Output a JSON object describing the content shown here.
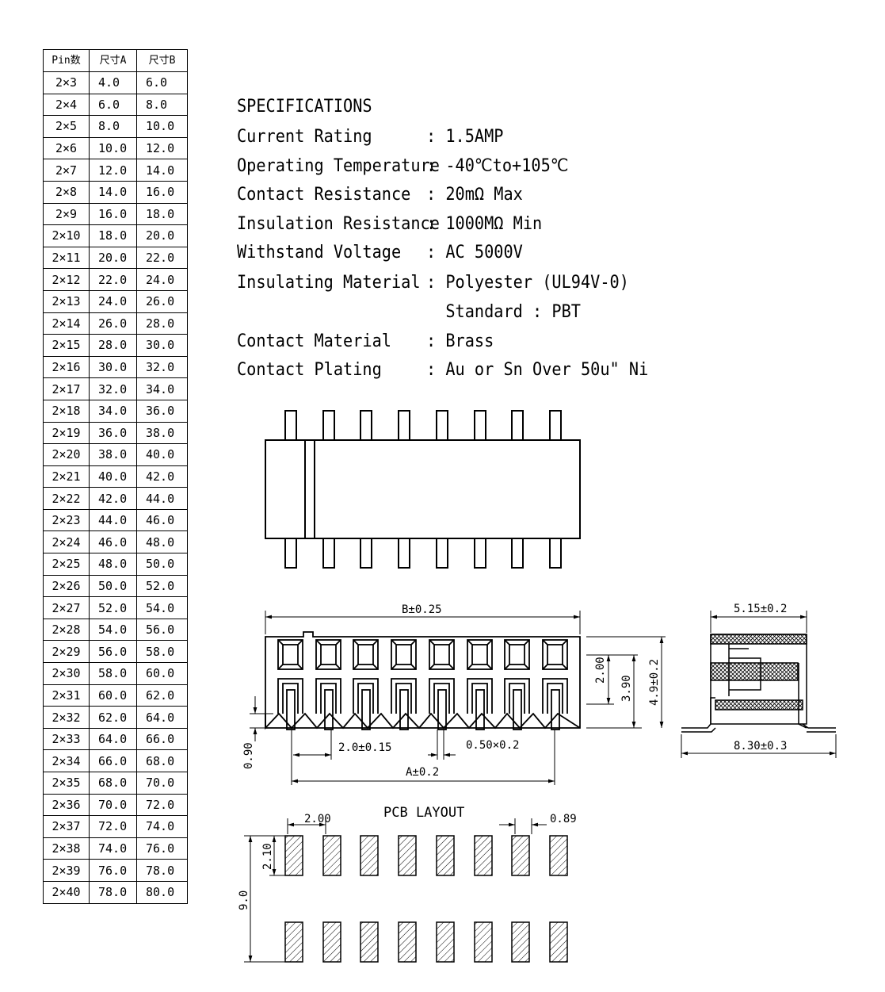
{
  "table": {
    "headers": [
      "Pin数",
      "尺寸A",
      "尺寸B"
    ],
    "rows": [
      [
        "2×3",
        "4.0",
        "6.0"
      ],
      [
        "2×4",
        "6.0",
        "8.0"
      ],
      [
        "2×5",
        "8.0",
        "10.0"
      ],
      [
        "2×6",
        "10.0",
        "12.0"
      ],
      [
        "2×7",
        "12.0",
        "14.0"
      ],
      [
        "2×8",
        "14.0",
        "16.0"
      ],
      [
        "2×9",
        "16.0",
        "18.0"
      ],
      [
        "2×10",
        "18.0",
        "20.0"
      ],
      [
        "2×11",
        "20.0",
        "22.0"
      ],
      [
        "2×12",
        "22.0",
        "24.0"
      ],
      [
        "2×13",
        "24.0",
        "26.0"
      ],
      [
        "2×14",
        "26.0",
        "28.0"
      ],
      [
        "2×15",
        "28.0",
        "30.0"
      ],
      [
        "2×16",
        "30.0",
        "32.0"
      ],
      [
        "2×17",
        "32.0",
        "34.0"
      ],
      [
        "2×18",
        "34.0",
        "36.0"
      ],
      [
        "2×19",
        "36.0",
        "38.0"
      ],
      [
        "2×20",
        "38.0",
        "40.0"
      ],
      [
        "2×21",
        "40.0",
        "42.0"
      ],
      [
        "2×22",
        "42.0",
        "44.0"
      ],
      [
        "2×23",
        "44.0",
        "46.0"
      ],
      [
        "2×24",
        "46.0",
        "48.0"
      ],
      [
        "2×25",
        "48.0",
        "50.0"
      ],
      [
        "2×26",
        "50.0",
        "52.0"
      ],
      [
        "2×27",
        "52.0",
        "54.0"
      ],
      [
        "2×28",
        "54.0",
        "56.0"
      ],
      [
        "2×29",
        "56.0",
        "58.0"
      ],
      [
        "2×30",
        "58.0",
        "60.0"
      ],
      [
        "2×31",
        "60.0",
        "62.0"
      ],
      [
        "2×32",
        "62.0",
        "64.0"
      ],
      [
        "2×33",
        "64.0",
        "66.0"
      ],
      [
        "2×34",
        "66.0",
        "68.0"
      ],
      [
        "2×35",
        "68.0",
        "70.0"
      ],
      [
        "2×36",
        "70.0",
        "72.0"
      ],
      [
        "2×37",
        "72.0",
        "74.0"
      ],
      [
        "2×38",
        "74.0",
        "76.0"
      ],
      [
        "2×39",
        "76.0",
        "78.0"
      ],
      [
        "2×40",
        "78.0",
        "80.0"
      ]
    ]
  },
  "specs": {
    "title": "SPECIFICATIONS",
    "items": [
      {
        "label": "Current Rating",
        "value": ": 1.5AMP"
      },
      {
        "label": "Operating Temperature",
        "value": ": -40℃to+105℃"
      },
      {
        "label": "Contact Resistance",
        "value": ": 20mΩ Max"
      },
      {
        "label": "Insulation Resistance",
        "value": ": 1000MΩ Min"
      },
      {
        "label": "Withstand Voltage",
        "value": ": AC 5000V"
      },
      {
        "label": "Insulating Material",
        "value": ": Polyester (UL94V-0)"
      },
      {
        "label": "",
        "value": "  Standard : PBT"
      },
      {
        "label": "Contact Material",
        "value": ": Brass"
      },
      {
        "label": "Contact Plating",
        "value": ": Au or Sn Over 50u\" Ni"
      }
    ]
  },
  "front_view": {
    "dim_b": "B±0.25",
    "dim_a": "A±0.2",
    "dim_pitch": "2.0±0.15",
    "dim_pin": "0.50×0.2",
    "dim_200": "2.00",
    "dim_390": "3.90",
    "dim_49": "4.9±0.2",
    "dim_090": "0.90"
  },
  "side_view": {
    "dim_515": "5.15±0.2",
    "dim_830": "8.30±0.3"
  },
  "pcb": {
    "title": "PCB LAYOUT",
    "dim_pitch": "2.00",
    "dim_pad": "0.89",
    "dim_len": "2.10",
    "dim_span": "9.0"
  }
}
